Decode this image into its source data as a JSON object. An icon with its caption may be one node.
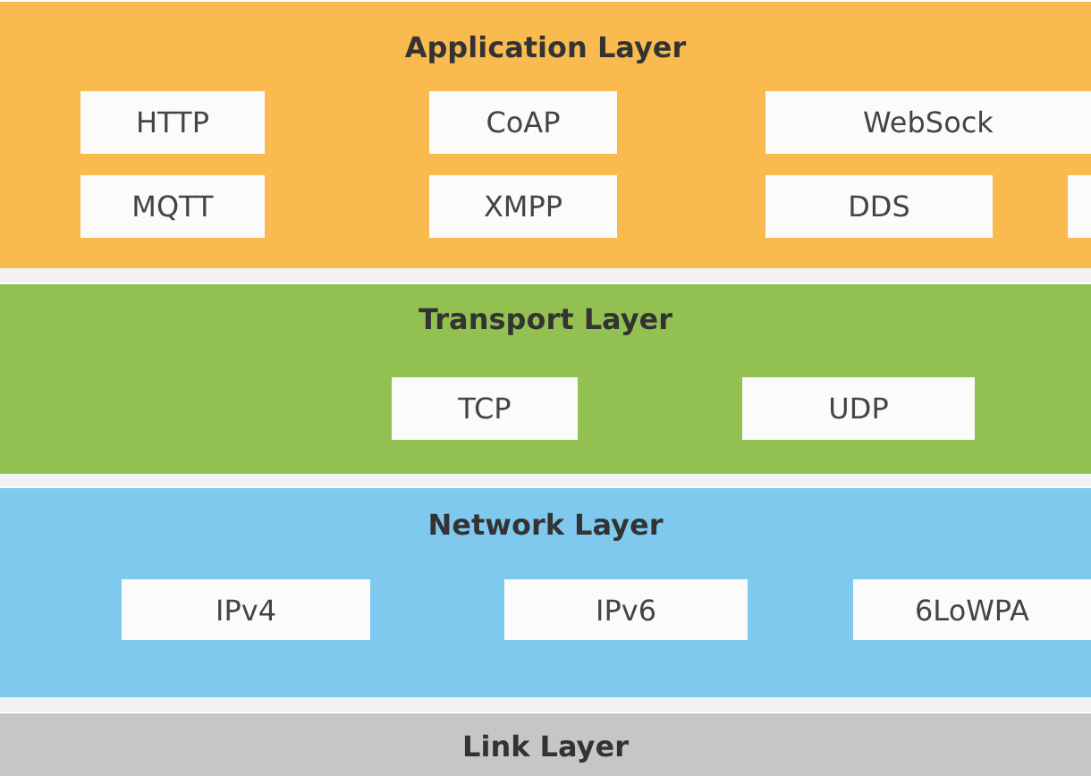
{
  "diagram": {
    "nodes": [
      {
        "text": [
          "Application Layer"
        ]
      },
      {
        "text": [
          "HTTP"
        ],
        "in": 0
      },
      {
        "text": [
          "CoAP"
        ],
        "in": 0
      },
      {
        "text": [
          "WebSock"
        ],
        "in": 0
      },
      {
        "text": [
          "MQTT"
        ],
        "in": 0
      },
      {
        "text": [
          "XMPP"
        ],
        "in": 0
      },
      {
        "text": [
          "DDS"
        ],
        "in": 0
      },
      {
        "text": [],
        "shape": "box",
        "in": 0
      },
      {
        "text": [
          "Transport Layer"
        ]
      },
      {
        "text": [
          "TCP"
        ],
        "in": 8
      },
      {
        "text": [
          "UDP"
        ],
        "in": 8
      },
      {
        "text": [
          "Network Layer"
        ]
      },
      {
        "text": [
          "IPv4"
        ],
        "in": 11
      },
      {
        "text": [
          "IPv6"
        ],
        "in": 11
      },
      {
        "text": [
          "6LoWPA"
        ],
        "in": 11
      },
      {
        "text": [
          "Link Layer"
        ]
      }
    ]
  }
}
